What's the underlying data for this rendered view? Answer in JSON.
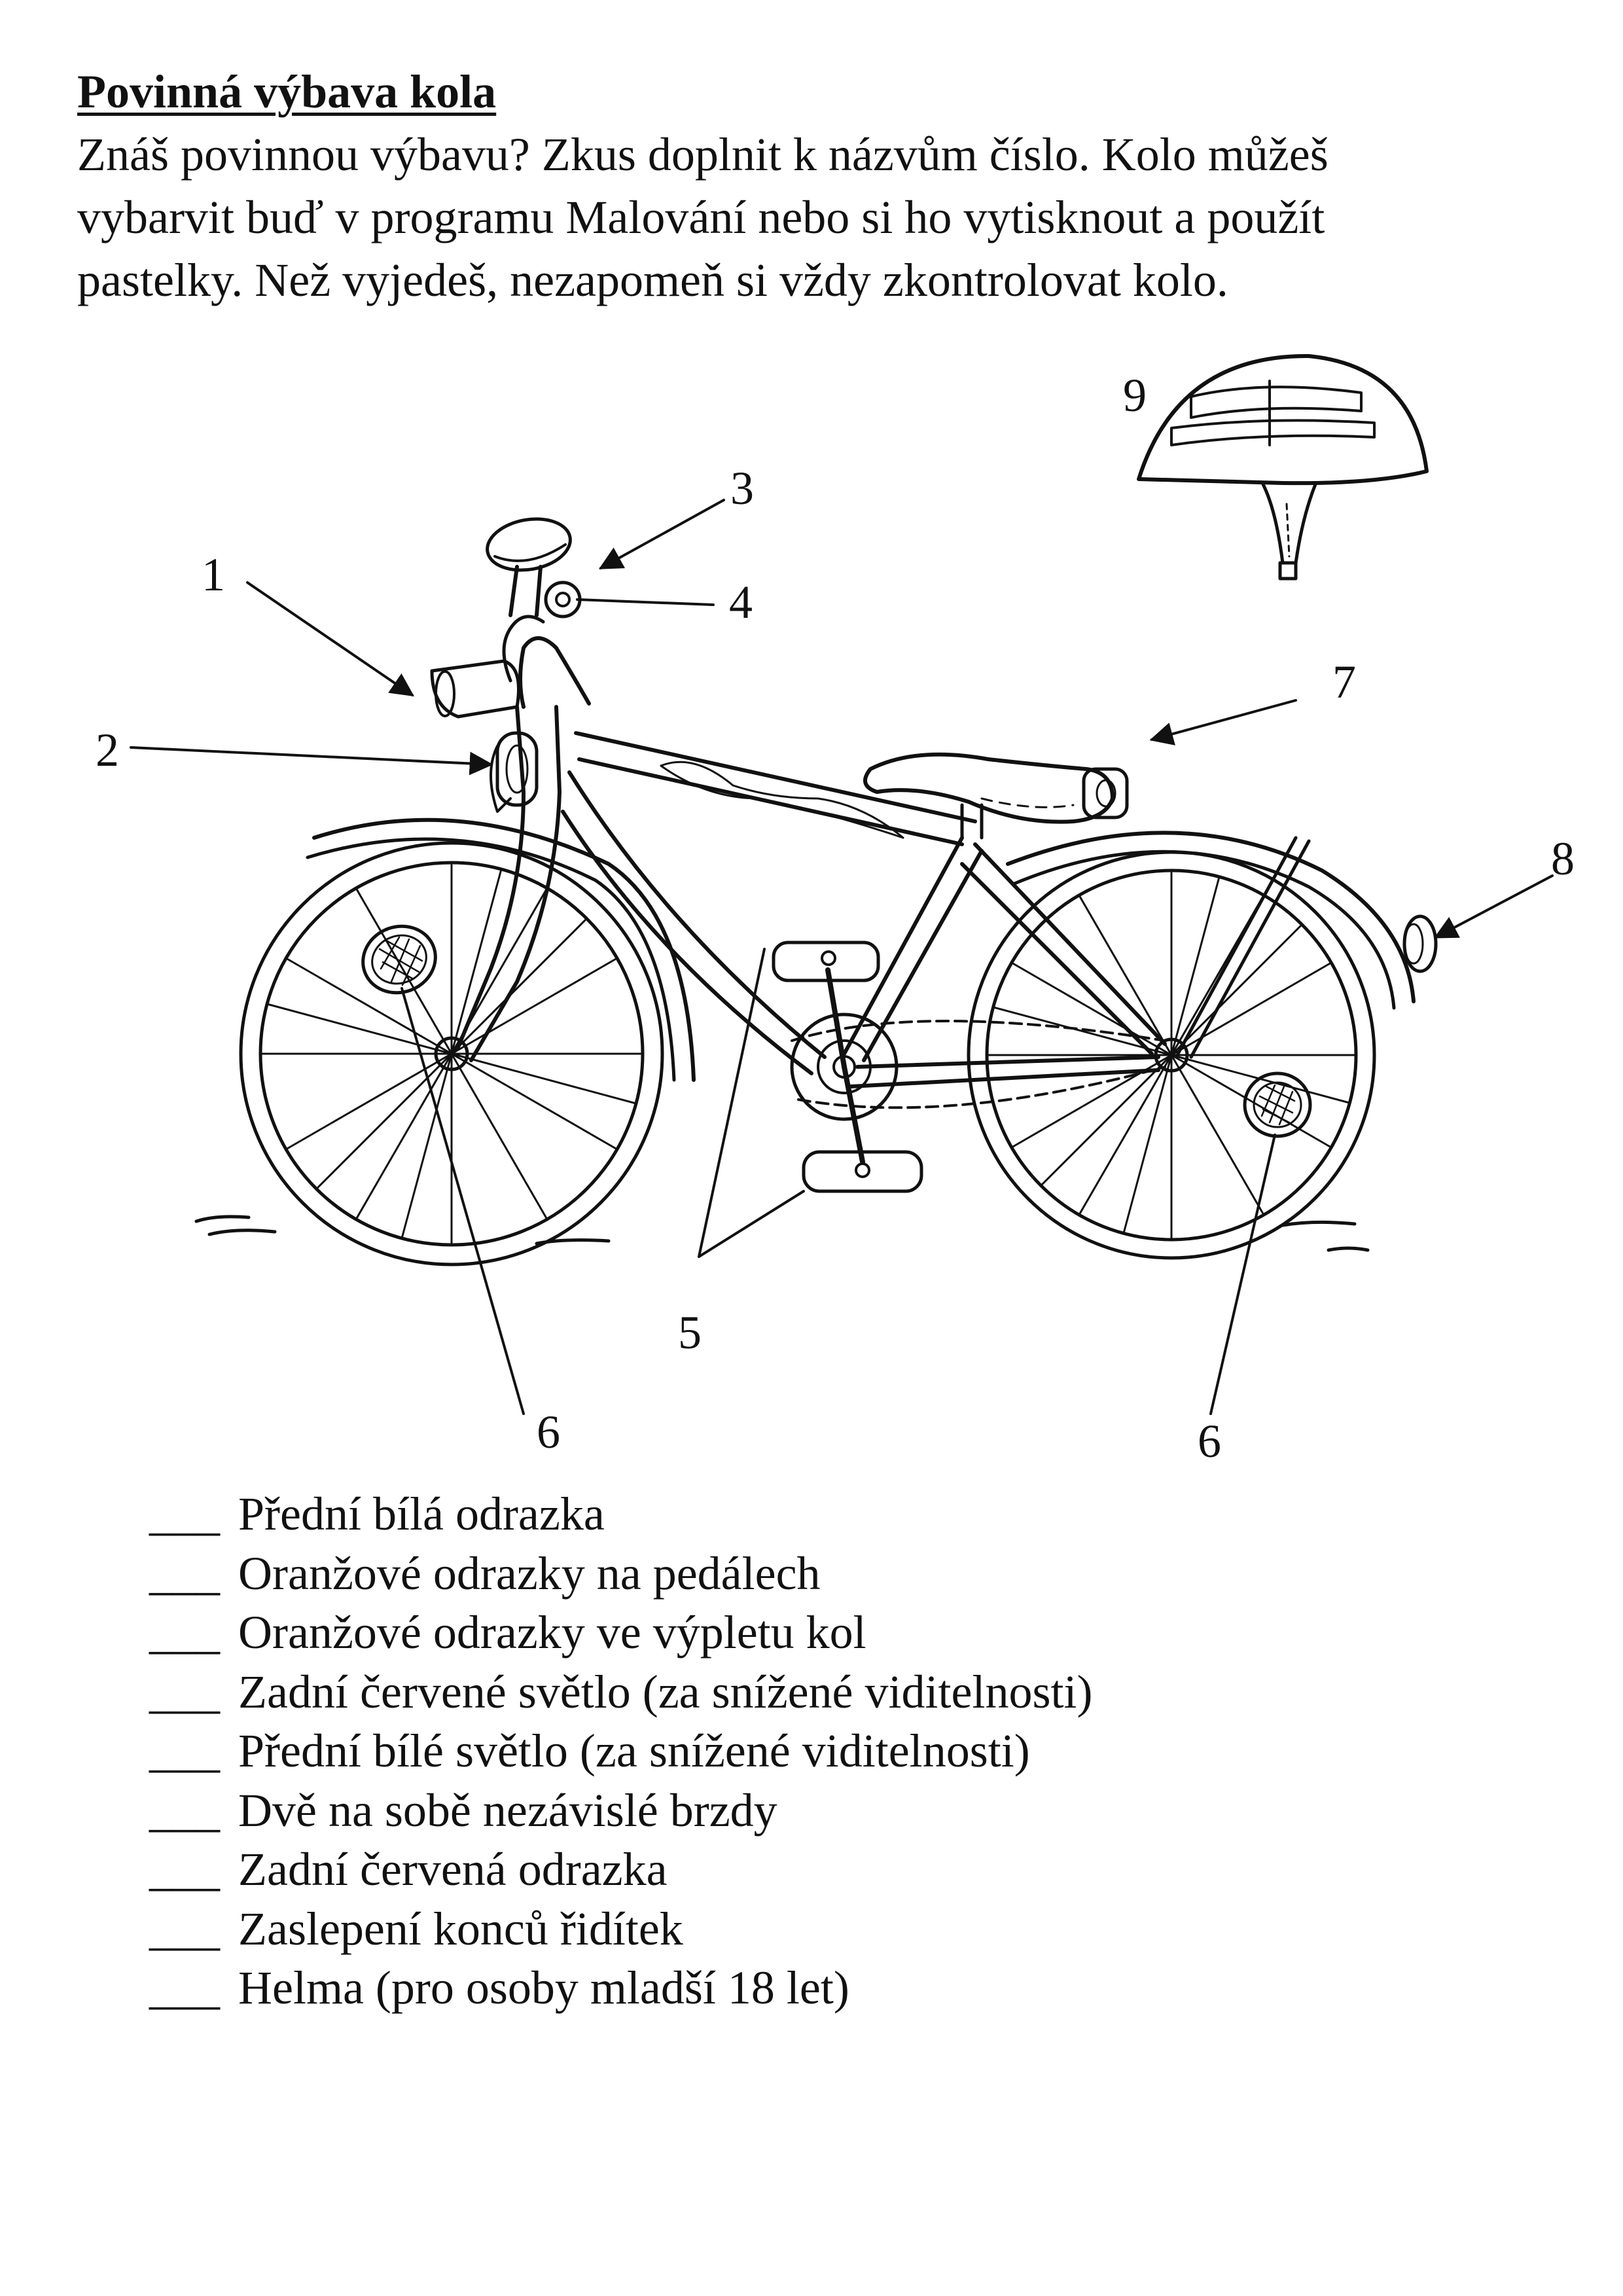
{
  "heading": "Povinná výbava kola",
  "intro": [
    "Znáš povinnou výbavu? Zkus doplnit k názvům číslo. Kolo můžeš",
    "vybarvit buď v programu Malování nebo si ho vytisknout a použít",
    "pastelky. Než vyjedeš, nezapomeň si vždy zkontrolovat kolo."
  ],
  "figure": {
    "callouts": {
      "c1": "1",
      "c2": "2",
      "c3": "3",
      "c4": "4",
      "c5": "5",
      "c6a": "6",
      "c6b": "6",
      "c7": "7",
      "c8": "8",
      "c9": "9"
    }
  },
  "checklist": {
    "blank": "___",
    "items": [
      "Přední bílá odrazka",
      "Oranžové odrazky na pedálech",
      "Oranžové odrazky ve výpletu kol",
      "Zadní červené světlo (za snížené viditelnosti)",
      "Přední bílé světlo (za snížené viditelnosti)",
      "Dvě na sobě nezávislé brzdy",
      "Zadní červená odrazka",
      "Zaslepení konců řidítek",
      "Helma (pro osoby mladší 18 let)"
    ]
  }
}
